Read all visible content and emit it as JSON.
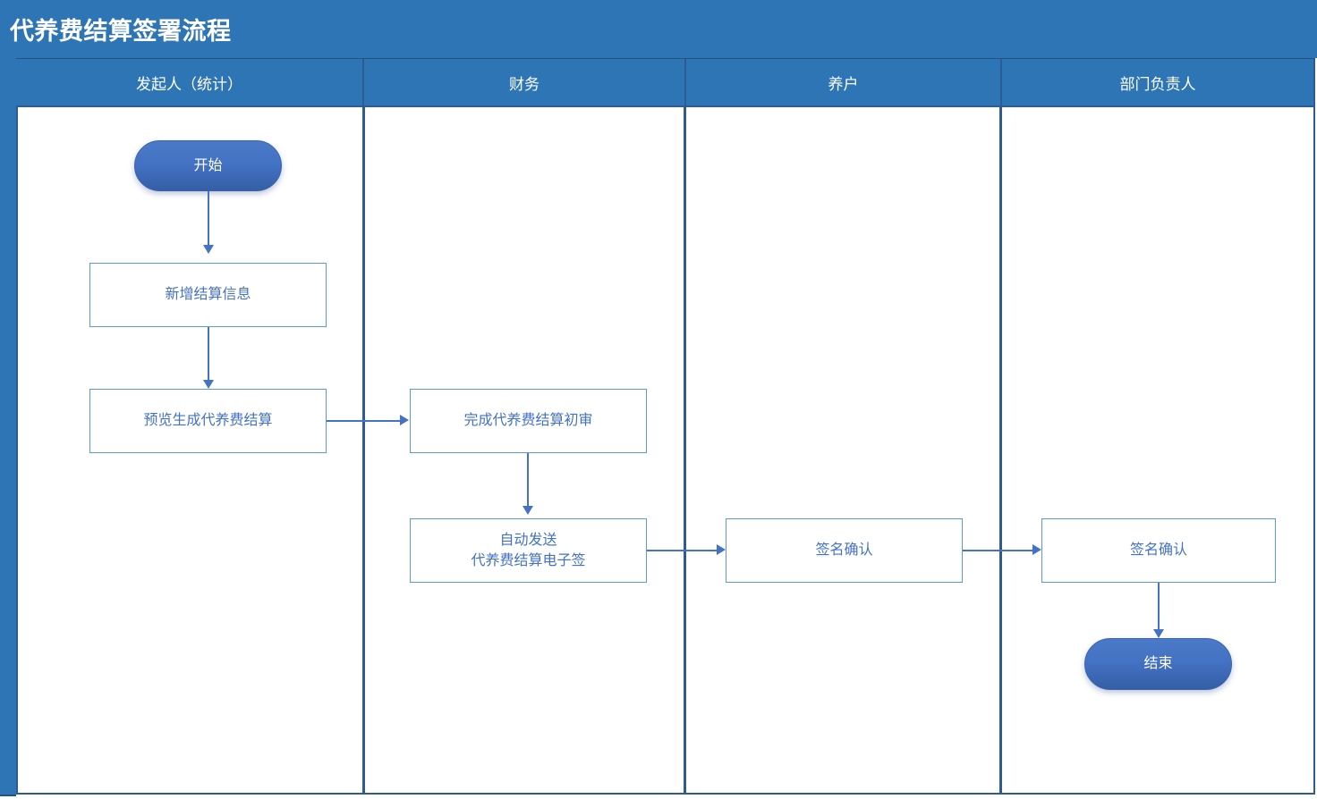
{
  "header": {
    "title": "代养费结算签署流程",
    "bar_color": "#2E75B6",
    "title_color": "#FFFFFF"
  },
  "colors": {
    "lane_header_bg": "#2E75B6",
    "lane_border": "#2D5C92",
    "task_border": "#5B9BD5",
    "task_text": "#4472C4",
    "connector": "#4472C4",
    "terminator_fill": "#4472C4",
    "canvas_bg": "#FFFFFF"
  },
  "lanes": [
    {
      "id": "lane-initiator",
      "label": "发起人（统计）"
    },
    {
      "id": "lane-finance",
      "label": "财务"
    },
    {
      "id": "lane-farmer",
      "label": "养户"
    },
    {
      "id": "lane-manager",
      "label": "部门负责人"
    }
  ],
  "nodes": [
    {
      "id": "start",
      "lane": 0,
      "type": "terminator",
      "label": "开始"
    },
    {
      "id": "add-settlement",
      "lane": 0,
      "type": "task",
      "label": "新增结算信息"
    },
    {
      "id": "preview-generate",
      "lane": 0,
      "type": "task",
      "label": "预览生成代养费结算"
    },
    {
      "id": "finance-review",
      "lane": 1,
      "type": "task",
      "label": "完成代养费结算初审"
    },
    {
      "id": "auto-send-line1",
      "lane": 1,
      "type": "task",
      "label": "自动发送"
    },
    {
      "id": "auto-send-line2",
      "lane": 1,
      "type": "task",
      "label": "代养费结算电子签"
    },
    {
      "id": "farmer-sign",
      "lane": 2,
      "type": "task",
      "label": "签名确认"
    },
    {
      "id": "manager-sign",
      "lane": 3,
      "type": "task",
      "label": "签名确认"
    },
    {
      "id": "end",
      "lane": 3,
      "type": "terminator",
      "label": "结束"
    }
  ],
  "flow": [
    {
      "from": "start",
      "to": "add-settlement",
      "direction": "down"
    },
    {
      "from": "add-settlement",
      "to": "preview-generate",
      "direction": "down"
    },
    {
      "from": "preview-generate",
      "to": "finance-review",
      "direction": "right"
    },
    {
      "from": "finance-review",
      "to": "auto-send",
      "direction": "down"
    },
    {
      "from": "auto-send",
      "to": "farmer-sign",
      "direction": "right"
    },
    {
      "from": "farmer-sign",
      "to": "manager-sign",
      "direction": "right"
    },
    {
      "from": "manager-sign",
      "to": "end",
      "direction": "down"
    }
  ]
}
